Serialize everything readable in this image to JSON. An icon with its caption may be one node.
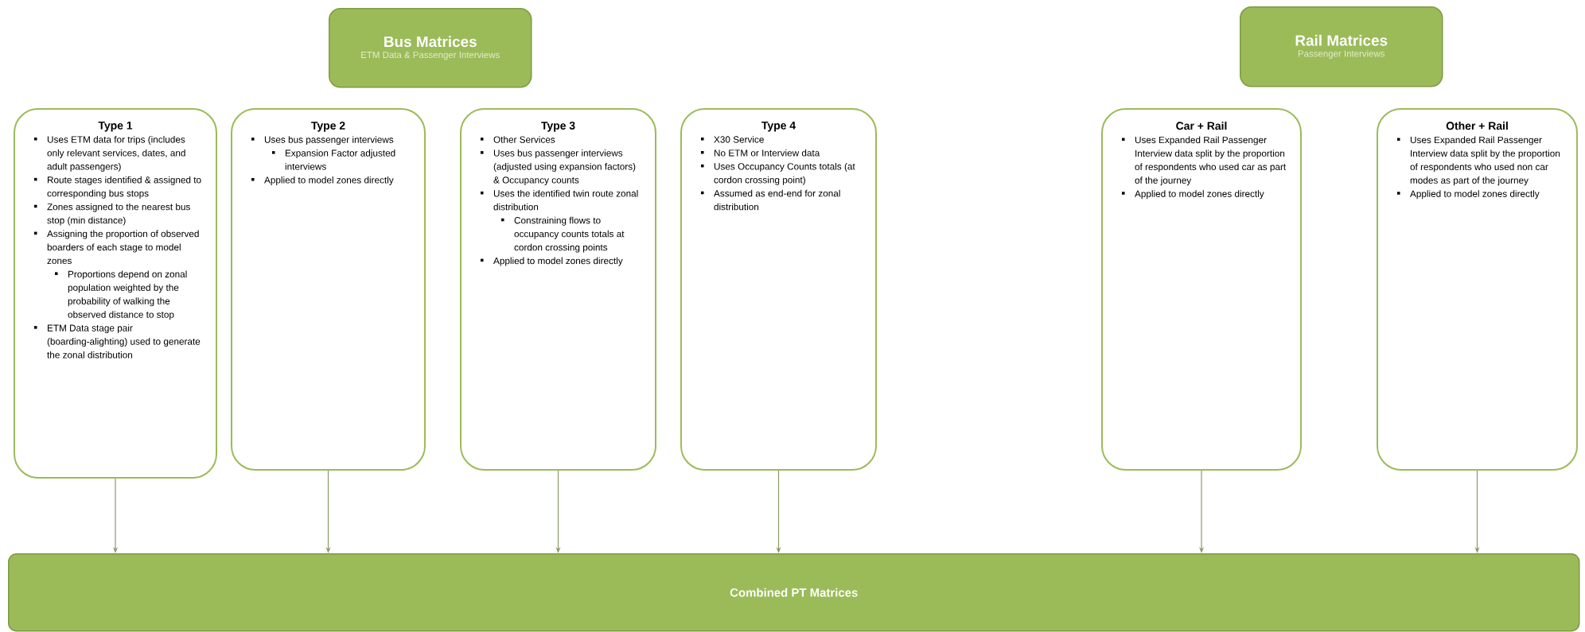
{
  "diagram": {
    "nodes": [
      {
        "text": [
          "Bus Matrices",
          "ETM Data & Passenger Interviews"
        ]
      },
      {
        "text": [
          "Rail Matrices",
          "Passenger Interviews"
        ]
      },
      {
        "text": [
          "Type 1",
          "Uses ETM data for trips (includes only relevant services, dates, and adult passengers)",
          "Route stages identified & assigned to corresponding bus stops",
          "Zones assigned to the nearest bus stop (min distance)",
          "Assigning the proportion of observed boarders of each stage to model zones",
          "Proportions depend on zonal population weighted by the probability of walking the observed distance to stop",
          "ETM Data stage pair (boarding-alighting) used to generate the zonal distribution"
        ]
      },
      {
        "text": [
          "Type 2",
          "Uses bus passenger interviews",
          "Expansion Factor adjusted interviews",
          "Applied to model zones directly"
        ]
      },
      {
        "text": [
          "Type 3",
          "Other Services",
          "Uses bus passenger interviews (adjusted using expansion factors) & Occupancy counts",
          "Uses the identified twin route zonal distribution",
          "Constraining flows to occupancy counts totals at cordon crossing points",
          "Applied to model zones directly"
        ]
      },
      {
        "text": [
          "Type 4",
          "X30 Service",
          "No ETM or Interview data",
          "Uses Occupancy Counts totals (at cordon crossing point)",
          "Assumed as end-end for zonal distribution"
        ]
      },
      {
        "text": [
          "Car + Rail",
          "Uses Expanded Rail Passenger Interview data split by the proportion of respondents who used car as part of the journey",
          "Applied to model zones directly"
        ]
      },
      {
        "text": [
          "Other + Rail",
          "Uses Expanded Rail Passenger Interview data split by the proportion of respondents who used non car modes as part of the journey",
          "Applied to model zones directly"
        ]
      },
      {
        "text": [
          "Combined PT Matrices"
        ]
      }
    ],
    "edges": [
      {
        "from": 2,
        "to": 8,
        "arrow": "to"
      },
      {
        "from": 3,
        "to": 8,
        "arrow": "to"
      },
      {
        "from": 4,
        "to": 8,
        "arrow": "to"
      },
      {
        "from": 5,
        "to": 8,
        "arrow": "to"
      },
      {
        "from": 6,
        "to": 8,
        "arrow": "to"
      },
      {
        "from": 7,
        "to": 8,
        "arrow": "to"
      }
    ]
  }
}
